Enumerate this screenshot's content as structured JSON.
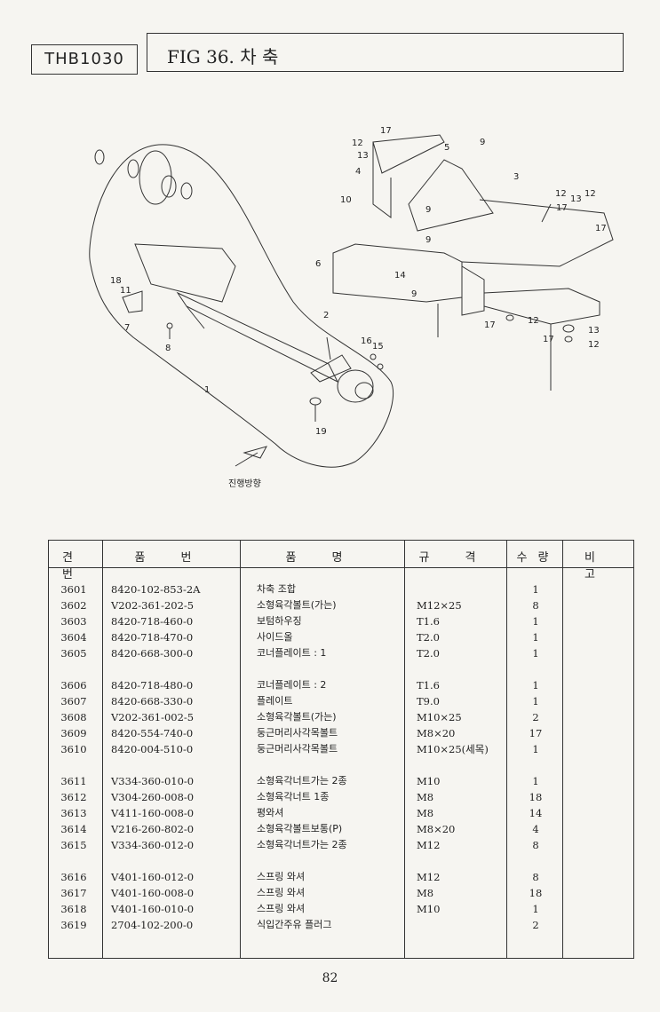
{
  "header": {
    "model": "THB1030",
    "figure_title": "FIG 36. 차  축"
  },
  "diagram": {
    "direction_label": "진행방향",
    "callouts": [
      "17",
      "12",
      "13",
      "4",
      "5",
      "9",
      "3",
      "12",
      "13",
      "12",
      "17",
      "17",
      "10",
      "9",
      "9",
      "6",
      "14",
      "9",
      "18",
      "11",
      "7",
      "8",
      "2",
      "16",
      "15",
      "1",
      "19",
      "12",
      "17",
      "13",
      "17",
      "12"
    ]
  },
  "table": {
    "headers": {
      "no": "견 번",
      "part_no": "품 번",
      "name": "품 명",
      "spec": "규 격",
      "qty": "수 량",
      "remarks": "비 고"
    },
    "rows": [
      {
        "no": "3601",
        "part": "8420-102-853-2A",
        "name": "차축 조합",
        "spec": "",
        "qty": "1"
      },
      {
        "no": "3602",
        "part": "V202-361-202-5",
        "name": "소형육각볼트(가는)",
        "spec": "M12×25",
        "qty": "8"
      },
      {
        "no": "3603",
        "part": "8420-718-460-0",
        "name": "보텀하우징",
        "spec": "T1.6",
        "qty": "1"
      },
      {
        "no": "3604",
        "part": "8420-718-470-0",
        "name": "사이드올",
        "spec": "T2.0",
        "qty": "1"
      },
      {
        "no": "3605",
        "part": "8420-668-300-0",
        "name": "코너플레이트 : 1",
        "spec": "T2.0",
        "qty": "1"
      },
      {
        "no": "3606",
        "part": "8420-718-480-0",
        "name": "코너플레이트 : 2",
        "spec": "T1.6",
        "qty": "1"
      },
      {
        "no": "3607",
        "part": "8420-668-330-0",
        "name": "플레이트",
        "spec": "T9.0",
        "qty": "1"
      },
      {
        "no": "3608",
        "part": "V202-361-002-5",
        "name": "소형육각볼트(가는)",
        "spec": "M10×25",
        "qty": "2"
      },
      {
        "no": "3609",
        "part": "8420-554-740-0",
        "name": "둥근머리사각목볼트",
        "spec": "M8×20",
        "qty": "17"
      },
      {
        "no": "3610",
        "part": "8420-004-510-0",
        "name": "둥근머리사각목볼트",
        "spec": "M10×25(세목)",
        "qty": "1"
      },
      {
        "no": "3611",
        "part": "V334-360-010-0",
        "name": "소형육각너트가는 2종",
        "spec": "M10",
        "qty": "1"
      },
      {
        "no": "3612",
        "part": "V304-260-008-0",
        "name": "소형육각너트 1종",
        "spec": "M8",
        "qty": "18"
      },
      {
        "no": "3613",
        "part": "V411-160-008-0",
        "name": "평와셔",
        "spec": "M8",
        "qty": "14"
      },
      {
        "no": "3614",
        "part": "V216-260-802-0",
        "name": "소형육각볼트보통(P)",
        "spec": "M8×20",
        "qty": "4"
      },
      {
        "no": "3615",
        "part": "V334-360-012-0",
        "name": "소형육각너트가는 2종",
        "spec": "M12",
        "qty": "8"
      },
      {
        "no": "3616",
        "part": "V401-160-012-0",
        "name": "스프링 와셔",
        "spec": "M12",
        "qty": "8"
      },
      {
        "no": "3617",
        "part": "V401-160-008-0",
        "name": "스프링 와셔",
        "spec": "M8",
        "qty": "18"
      },
      {
        "no": "3618",
        "part": "V401-160-010-0",
        "name": "스프링 와셔",
        "spec": "M10",
        "qty": "1"
      },
      {
        "no": "3619",
        "part": "2704-102-200-0",
        "name": "식입간주유 플러그",
        "spec": "",
        "qty": "2"
      }
    ]
  },
  "page_number": "82"
}
